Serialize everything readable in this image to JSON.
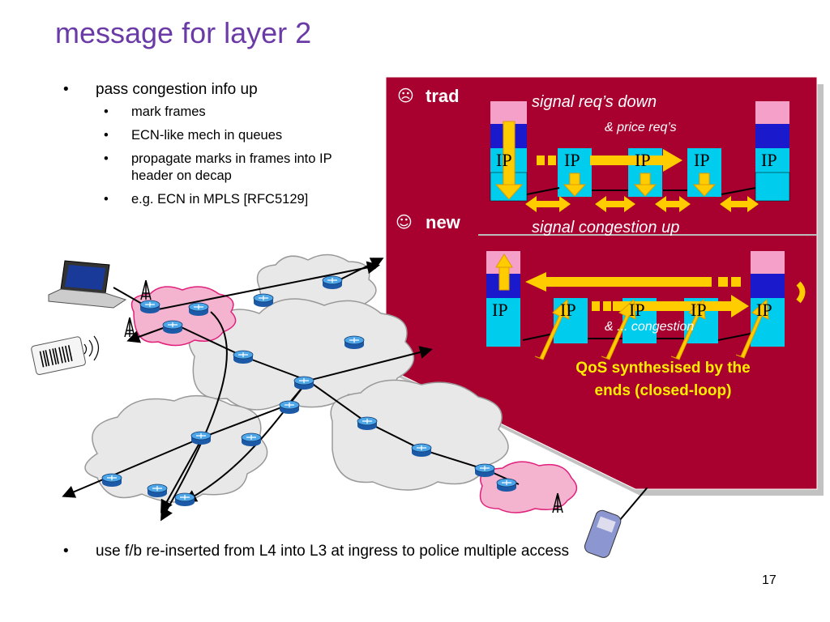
{
  "slide": {
    "title": "message for layer 2",
    "page_number": "17"
  },
  "bullets": {
    "main": "pass congestion info up",
    "sub": [
      "mark frames",
      "ECN-like mech in queues",
      "propagate marks in frames into IP header on decap",
      "e.g. ECN in MPLS [RFC5129]"
    ],
    "bottom": "use f/b re-inserted from L4 into L3 at ingress to police multiple access"
  },
  "panel": {
    "trad_label": "trad",
    "new_label": "new",
    "trad_face": "☹",
    "new_face": "☺",
    "signal_down": "signal req’s down",
    "price_reqs": "& price req’s",
    "signal_up": "signal congestion up",
    "congestion_partial": "& ... congestion",
    "ip_label": "IP",
    "qos_line1": "QoS synthesised by the",
    "qos_line2": "ends (closed-loop)",
    "colors": {
      "panel": "#a8002f",
      "pink": "#f4a0c8",
      "blue": "#1a1acc",
      "cyan": "#00ccee",
      "arrow": "#ffcc00",
      "qos_text": "#ffee00"
    }
  },
  "icons": [
    "laptop-icon",
    "barcode-tag-icon",
    "mobile-phone-icon",
    "antenna-icon",
    "router-icon",
    "cloud-icon"
  ]
}
